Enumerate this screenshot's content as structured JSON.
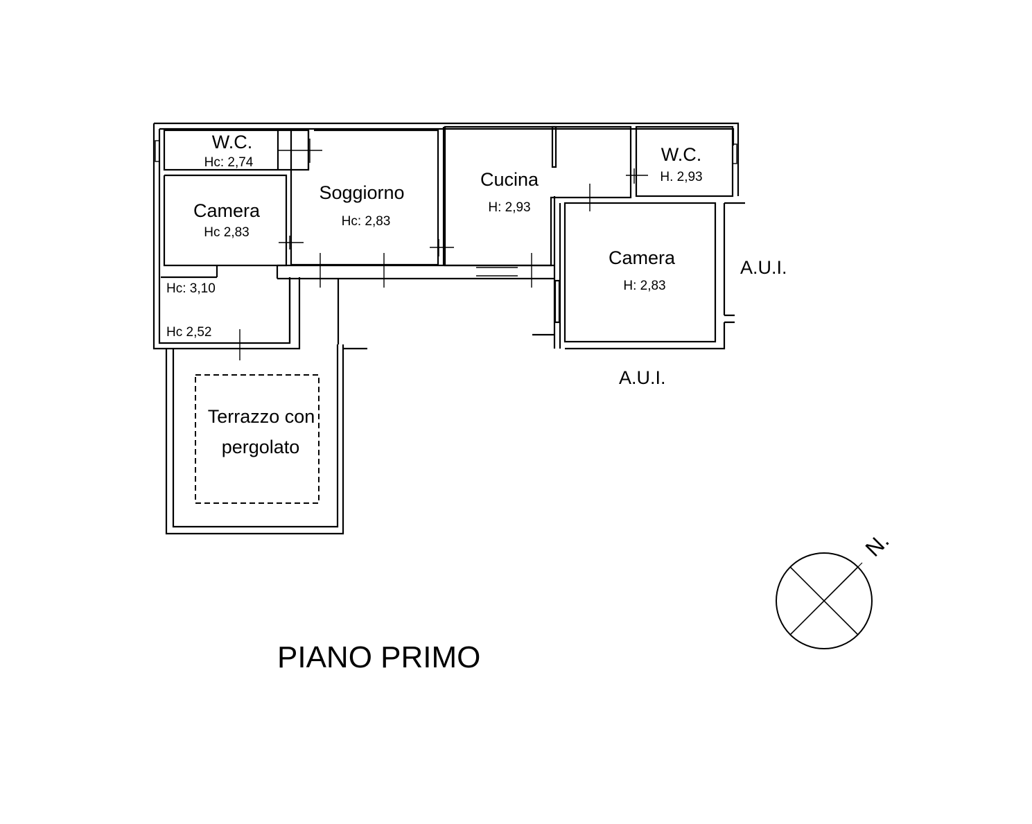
{
  "rooms": {
    "wc_left": {
      "name": "W.C.",
      "height": "Hc: 2,74"
    },
    "camera_left": {
      "name": "Camera",
      "height": "Hc  2,83",
      "height_2": "Hc: 3,10",
      "height_3": "Hc  2,52"
    },
    "soggiorno": {
      "name": "Soggiorno",
      "height": "Hc: 2,83"
    },
    "cucina": {
      "name": "Cucina",
      "height": "H: 2,93"
    },
    "wc_right": {
      "name": "W.C.",
      "height": "H. 2,93"
    },
    "camera_right": {
      "name": "Camera",
      "height": "H: 2,83"
    },
    "terrazzo": {
      "name_line1": "Terrazzo con",
      "name_line2": "pergolato"
    }
  },
  "labels": {
    "aui_right": "A.U.I.",
    "aui_bottom": "A.U.I.",
    "title": "PIANO PRIMO",
    "north": "N."
  }
}
